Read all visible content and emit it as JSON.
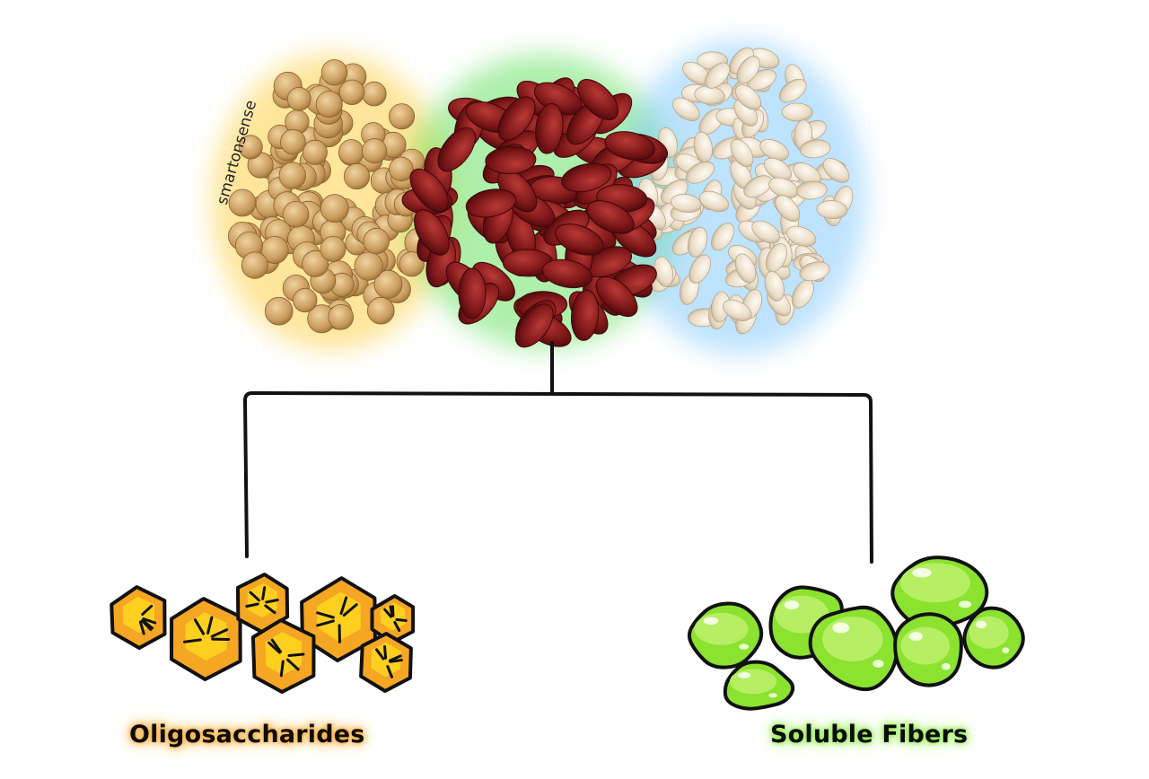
{
  "diagram": {
    "source_label": "",
    "watermark": "smartonsense",
    "branches": [
      {
        "id": "oligosaccharides",
        "label": "Oligosaccharides",
        "color": "#f5a623",
        "highlight": "#ffd21f"
      },
      {
        "id": "soluble-fibers",
        "label": "Soluble Fibers",
        "color": "#8be22f",
        "highlight": "#c4f27a"
      }
    ],
    "legume_groups": [
      {
        "name": "chickpeas",
        "color": "#d1a668"
      },
      {
        "name": "kidney-beans",
        "color": "#8b1a1c"
      },
      {
        "name": "white-beans",
        "color": "#eee3d2"
      }
    ]
  }
}
